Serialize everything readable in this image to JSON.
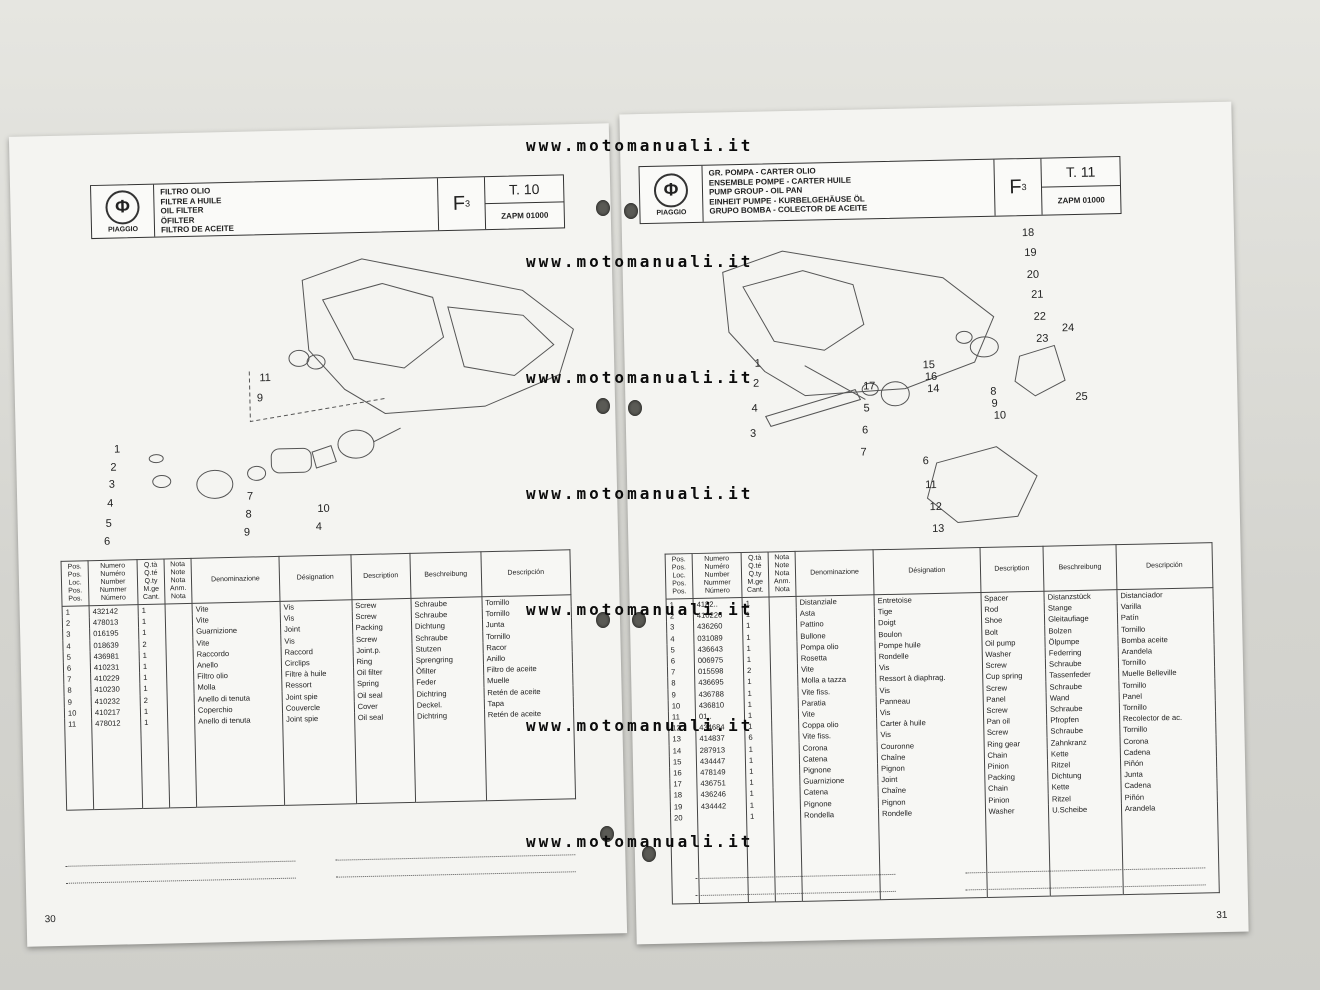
{
  "watermark": "www.motomanuali.it",
  "left": {
    "brand": "PIAGGIO",
    "titles": [
      "FILTRO OLIO",
      "FILTRE A HUILE",
      "OIL FILTER",
      "ÖFILTER",
      "FILTRO DE ACEITE"
    ],
    "f": "F",
    "f_sub": "3",
    "table_code": "T. 10",
    "model_code": "ZAPM 01000",
    "callouts": [
      "1",
      "2",
      "3",
      "4",
      "5",
      "6",
      "7",
      "8",
      "9",
      "10",
      "4",
      "11",
      "9"
    ],
    "headers": {
      "pos": "Pos. Pos. Loc. Pos. Pos.",
      "num": "Numero Numéro Number Nummer Número",
      "qty": "Q.tà Q.té Q.ty M.ge Cant.",
      "note": "Nota Note Nota Anm. Nota",
      "it": "Denominazione",
      "fr": "Désignation",
      "en": "Description",
      "de": "Beschreibung",
      "es": "Descripción"
    },
    "rows": [
      [
        "1",
        "432142",
        "1",
        "",
        "Vite",
        "Vis",
        "Screw",
        "Schraube",
        "Tornillo"
      ],
      [
        "2",
        "478013",
        "1",
        "",
        "Vite",
        "Vis",
        "Screw",
        "Schraube",
        "Tornillo"
      ],
      [
        "3",
        "016195",
        "1",
        "",
        "Guarnizione",
        "Joint",
        "Packing",
        "Dichtung",
        "Junta"
      ],
      [
        "4",
        "018639",
        "2",
        "",
        "Vite",
        "Vis",
        "Screw",
        "Schraube",
        "Tornillo"
      ],
      [
        "5",
        "436981",
        "1",
        "",
        "Raccordo",
        "Raccord",
        "Joint.p.",
        "Stutzen",
        "Racor"
      ],
      [
        "6",
        "410231",
        "1",
        "",
        "Anello",
        "Circlips",
        "Ring",
        "Sprengring",
        "Anillo"
      ],
      [
        "7",
        "410229",
        "1",
        "",
        "Filtro olio",
        "Filtre à huile",
        "Oil filter",
        "Öfilter",
        "Filtro de aceite"
      ],
      [
        "8",
        "410230",
        "1",
        "",
        "Molla",
        "Ressort",
        "Spring",
        "Feder",
        "Muelle"
      ],
      [
        "9",
        "410232",
        "2",
        "",
        "Anello di tenuta",
        "Joint spie",
        "Oil seal",
        "Dichtring",
        "Retén de aceite"
      ],
      [
        "10",
        "410217",
        "1",
        "",
        "Coperchio",
        "Couvercle",
        "Cover",
        "Deckel.",
        "Tapa"
      ],
      [
        "11",
        "478012",
        "1",
        "",
        "Anello di tenuta",
        "Joint spie",
        "Oil seal",
        "Dichtring",
        "Retén de aceite"
      ]
    ],
    "page_number": "30"
  },
  "right": {
    "brand": "PIAGGIO",
    "titles": [
      "GR. POMPA - CARTER OLIO",
      "ENSEMBLE POMPE - CARTER HUILE",
      "PUMP GROUP - OIL PAN",
      "EINHEIT PUMPE - KURBELGEHÄUSE ÖL",
      "GRUPO BOMBA - COLECTOR DE ACEITE"
    ],
    "f": "F",
    "f_sub": "3",
    "table_code": "T. 11",
    "model_code": "ZAPM 01000",
    "callouts": [
      "18",
      "19",
      "20",
      "21",
      "22",
      "23",
      "24",
      "25",
      "1",
      "2",
      "4",
      "3",
      "17",
      "15",
      "16",
      "14",
      "5",
      "6",
      "7",
      "8",
      "9",
      "10",
      "6",
      "11",
      "12",
      "13"
    ],
    "headers": {
      "pos": "Pos. Pos. Loc. Pos. Pos.",
      "num": "Numero Numéro Number Nummer Número",
      "qty": "Q.tà Q.té Q.ty M.ge Cant.",
      "note": "Nota Note Nota Anm. Nota",
      "it": "Denominazione",
      "fr": "Désignation",
      "en": "Description",
      "de": "Beschreibung",
      "es": "Descripción"
    },
    "rows": [
      [
        "1",
        "4182..",
        "1",
        "",
        "Distanziale",
        "Entretoise",
        "Spacer",
        "Distanzstück",
        "Distanciador"
      ],
      [
        "2",
        "410226",
        "1",
        "",
        "Asta",
        "Tige",
        "Rod",
        "Stange",
        "Varilla"
      ],
      [
        "3",
        "436260",
        "1",
        "",
        "Pattino",
        "Doigt",
        "Shoe",
        "Gleitaufiage",
        "Patín"
      ],
      [
        "4",
        "031089",
        "1",
        "",
        "Bullone",
        "Boulon",
        "Bolt",
        "Bolzen",
        "Tornillo"
      ],
      [
        "5",
        "436643",
        "1",
        "",
        "Pompa olio",
        "Pompe huile",
        "Oil pump",
        "Ölpumpe",
        "Bomba aceite"
      ],
      [
        "6",
        "006975",
        "1",
        "",
        "Rosetta",
        "Rondelle",
        "Washer",
        "Federring",
        "Arandela"
      ],
      [
        "7",
        "015598",
        "2",
        "",
        "Vite",
        "Vis",
        "Screw",
        "Schraube",
        "Tornillo"
      ],
      [
        "8",
        "436695",
        "1",
        "",
        "Molla a tazza",
        "Ressort à diaphrag.",
        "Cup spring",
        "Tassenfeder",
        "Muelle Belleville"
      ],
      [
        "9",
        "436788",
        "1",
        "",
        "Vite fiss.",
        "Vis",
        "Screw",
        "Schraube",
        "Tornillo"
      ],
      [
        "10",
        "436810",
        "1",
        "",
        "Paratia",
        "Panneau",
        "Panel",
        "Wand",
        "Panel"
      ],
      [
        "11",
        "01..",
        "1",
        "",
        "Vite",
        "Vis",
        "Screw",
        "Schraube",
        "Tornillo"
      ],
      [
        "12",
        "434684",
        "1",
        "",
        "Coppa olio",
        "Carter à huile",
        "Pan oil",
        "Pfropfen",
        "Recolector de ac."
      ],
      [
        "13",
        "414837",
        "6",
        "",
        "Vite fiss.",
        "Vis",
        "Screw",
        "Schraube",
        "Tornillo"
      ],
      [
        "14",
        "287913",
        "1",
        "",
        "Corona",
        "Couronne",
        "Ring gear",
        "Zahnkranz",
        "Corona"
      ],
      [
        "15",
        "434447",
        "1",
        "",
        "Catena",
        "Chaîne",
        "Chain",
        "Kette",
        "Cadena"
      ],
      [
        "16",
        "478149",
        "1",
        "",
        "Pignone",
        "Pignon",
        "Pinion",
        "Ritzel",
        "Piñón"
      ],
      [
        "17",
        "436751",
        "1",
        "",
        "Guarnizione",
        "Joint",
        "Packing",
        "Dichtung",
        "Junta"
      ],
      [
        "18",
        "436246",
        "1",
        "",
        "Catena",
        "Chaîne",
        "Chain",
        "Kette",
        "Cadena"
      ],
      [
        "19",
        "434442",
        "1",
        "",
        "Pignone",
        "Pignon",
        "Pinion",
        "Ritzel",
        "Piñón"
      ],
      [
        "20",
        "",
        "1",
        "",
        "Rondella",
        "Rondelle",
        "Washer",
        "U.Scheibe",
        "Arandela"
      ]
    ],
    "page_number": "31"
  }
}
